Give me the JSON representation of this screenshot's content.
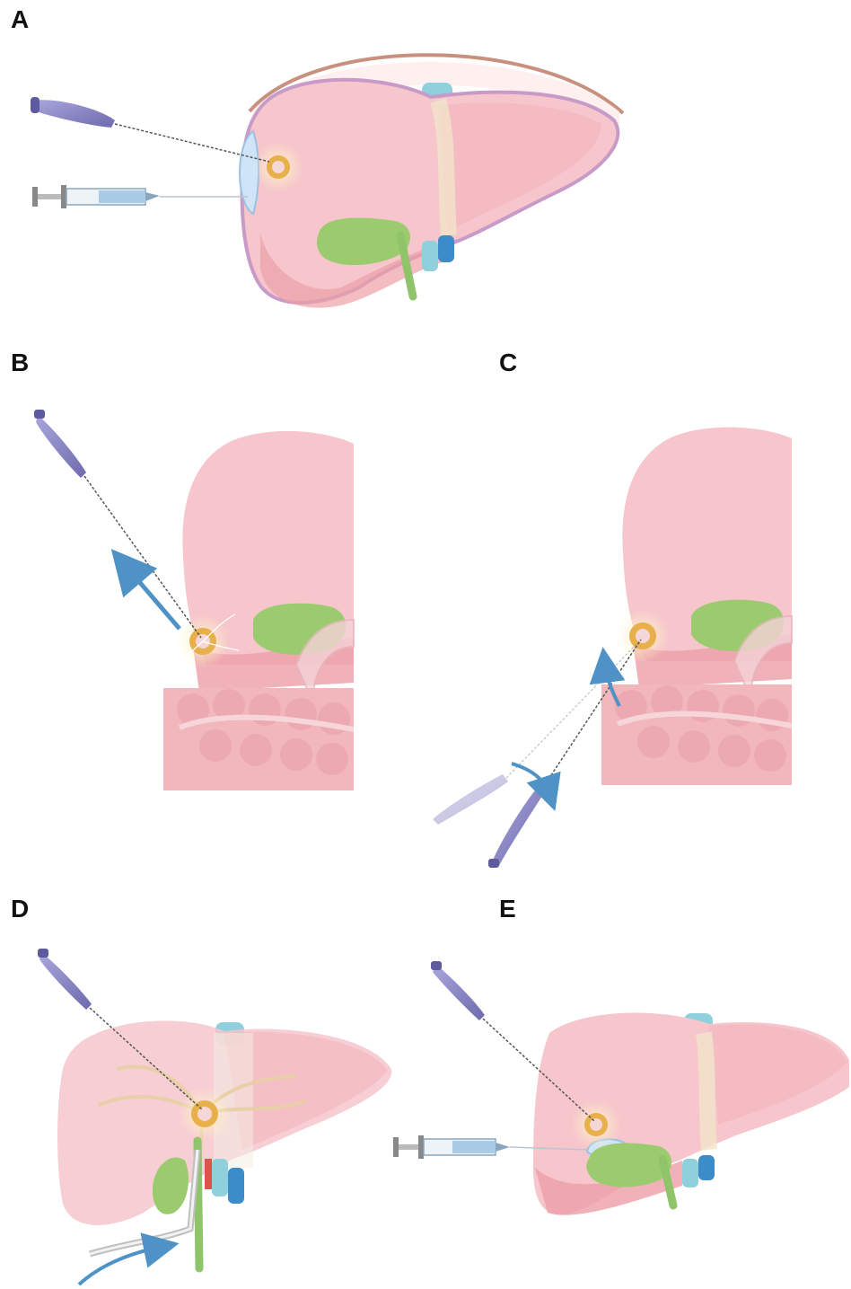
{
  "panels": [
    {
      "label": "A"
    },
    {
      "label": "B"
    },
    {
      "label": "C"
    },
    {
      "label": "D"
    },
    {
      "label": "E"
    }
  ],
  "colors": {
    "liver": "#f6c6cc",
    "liver_shadow": "#ec9fa6",
    "liver_outline": "#c79ac7",
    "gallbladder": "#9ccb6f",
    "bile_duct": "#8fc46a",
    "vessel_cyan": "#8fd0dc",
    "vessel_blue": "#3b8cc8",
    "tumor": "#e8b04a",
    "arrow": "#4f93c6",
    "probe": "#8c89c8",
    "intestine": "#f1b7bd",
    "diaphragm": "#c8907e"
  },
  "icons": [
    "ultrasound-probe-icon",
    "syringe-icon",
    "needle-icon",
    "liver-icon",
    "gallbladder-icon",
    "tumor-icon",
    "intestine-icon",
    "arrow-icon",
    "catheter-icon"
  ]
}
